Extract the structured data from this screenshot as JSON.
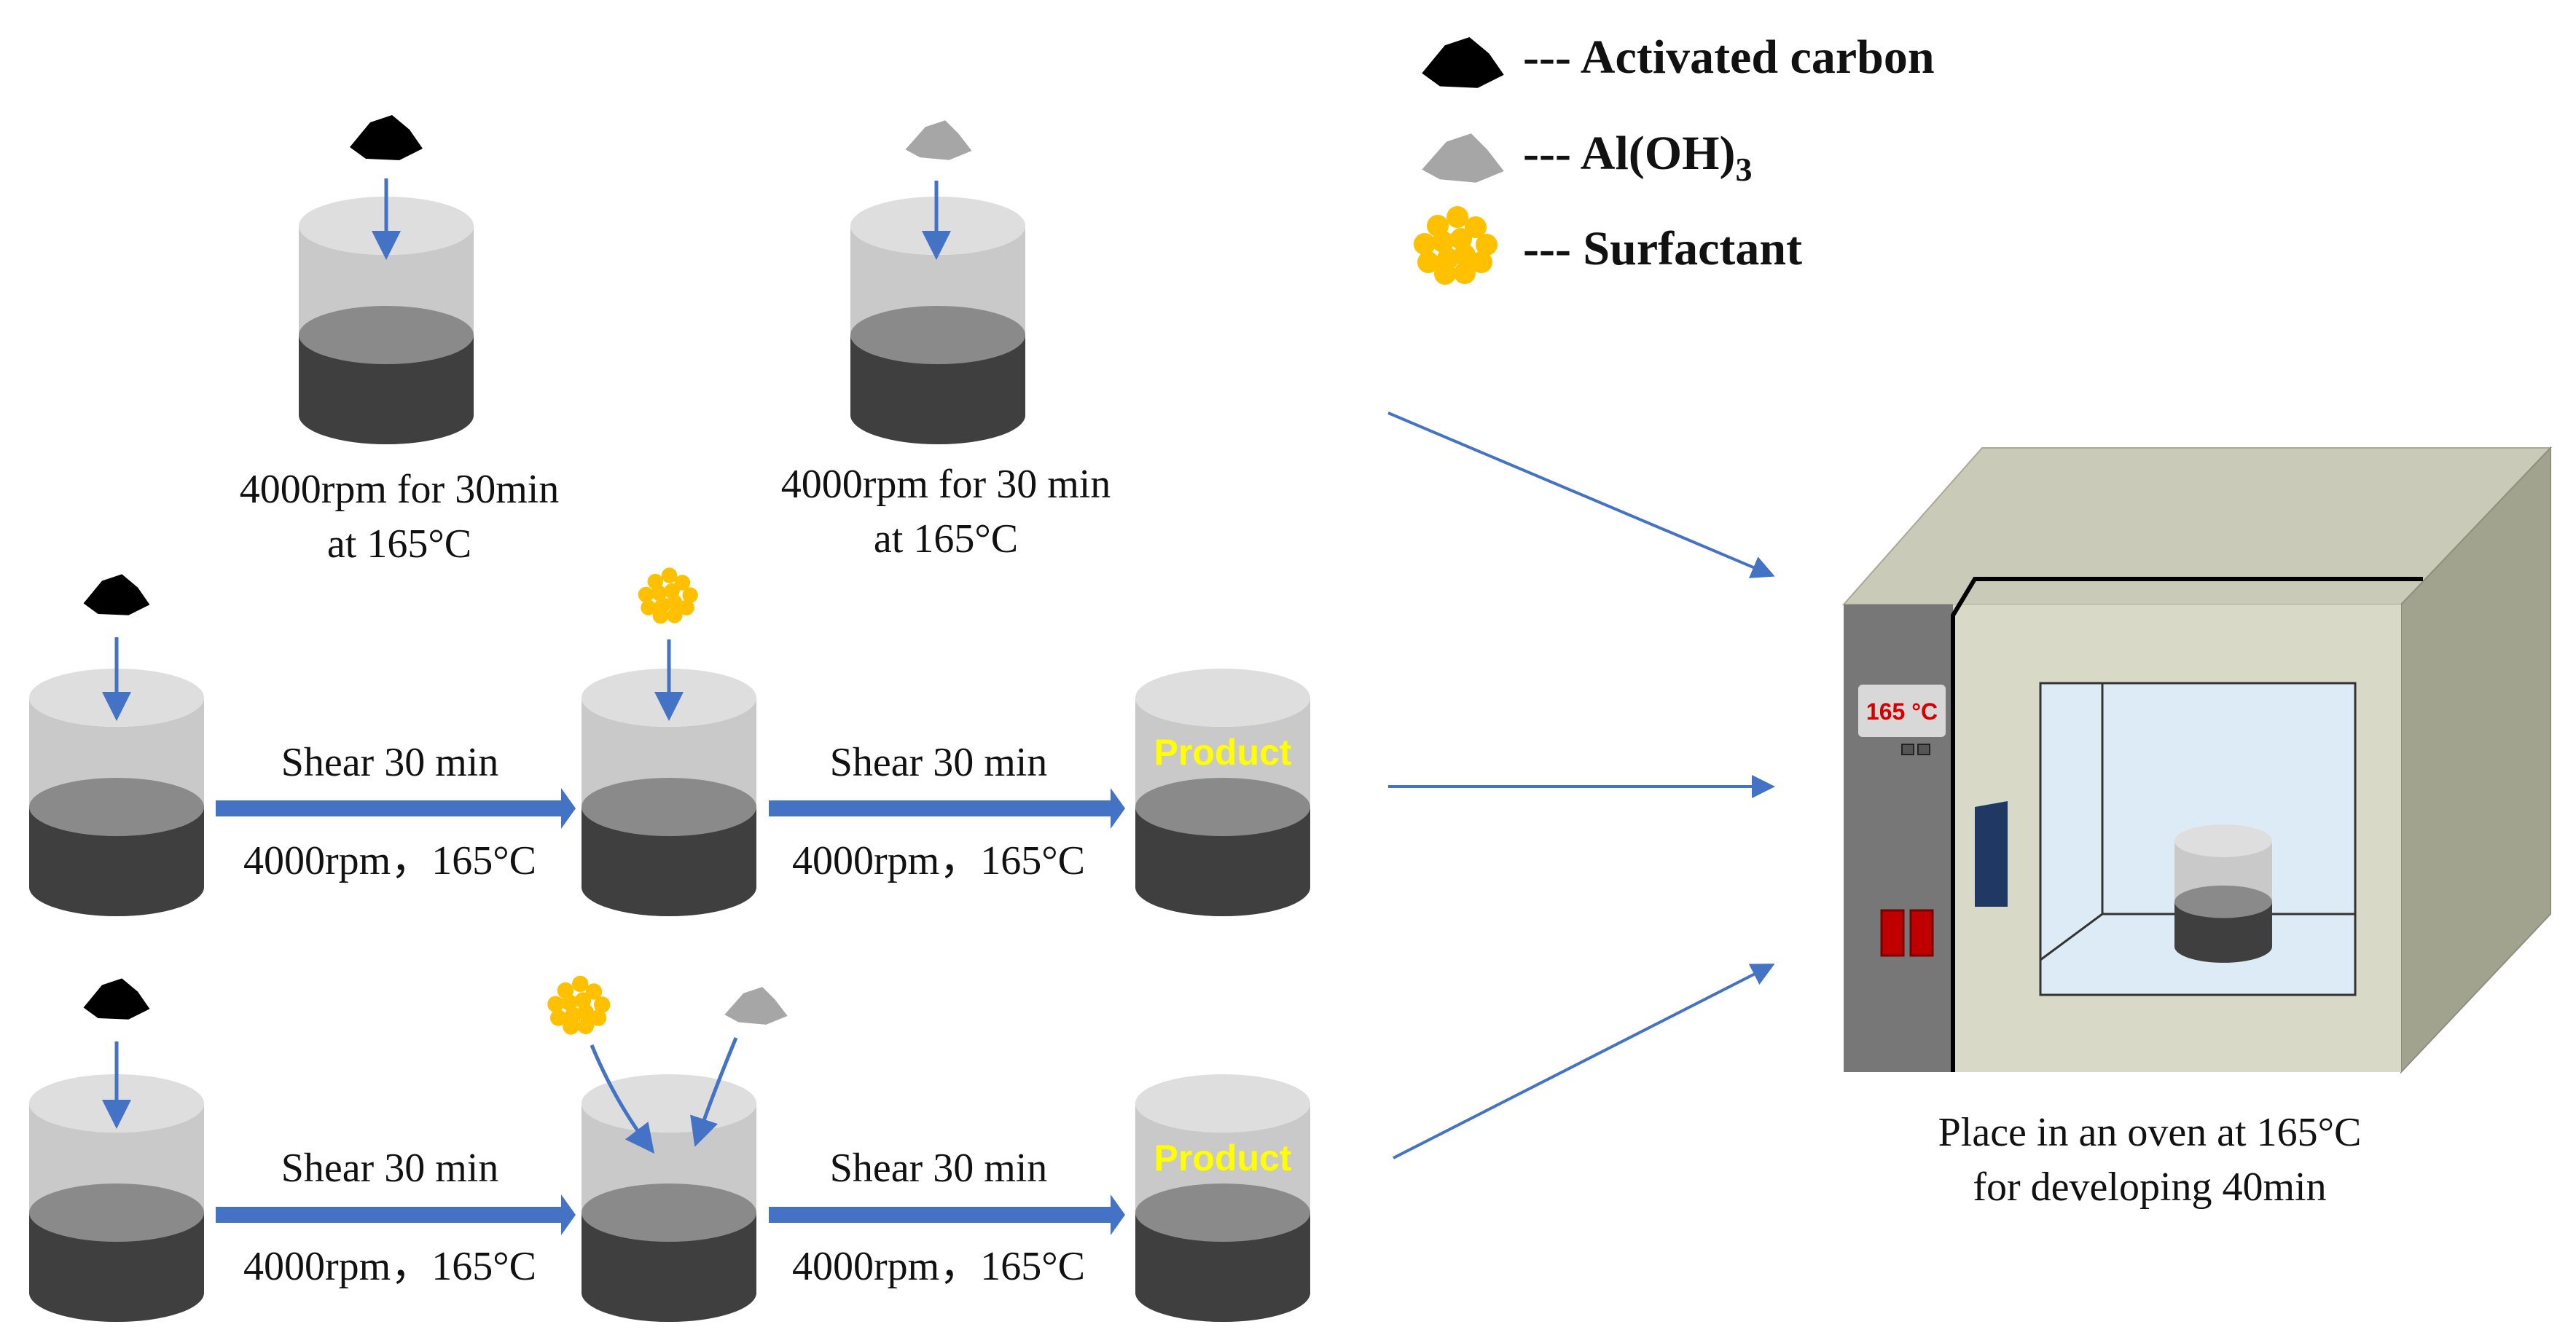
{
  "legend": {
    "activated_carbon": "--- Activated carbon",
    "aloh3_prefix": "--- Al(OH)",
    "aloh3_subscript": "3",
    "surfactant": "--- Surfactant"
  },
  "row1": {
    "caption_left_line1": "4000rpm for 30min",
    "caption_left_line2": "at 165°C",
    "caption_right_line1": "4000rpm for 30 min",
    "caption_right_line2": "at 165°C"
  },
  "row2": {
    "step1_top": "Shear 30 min",
    "step1_bottom": "4000rpm，165°C",
    "step2_top": "Shear 30 min",
    "step2_bottom": "4000rpm，165°C",
    "product_label": "Product"
  },
  "row3": {
    "step1_top": "Shear 30 min",
    "step1_bottom": "4000rpm，165°C",
    "step2_top": "Shear 30 min",
    "step2_bottom": "4000rpm，165°C",
    "product_label": "Product"
  },
  "oven": {
    "display_text": "165 °C",
    "caption_line1": "Place in an oven at 165°C",
    "caption_line2": "for developing 40min"
  },
  "colors": {
    "arrow_blue": "#4472C4",
    "product_text": "#FFFF00",
    "display_red": "#D40000",
    "carbon": "#000000",
    "aloh3": "#A6A6A6",
    "surfactant": "#FFC000"
  }
}
